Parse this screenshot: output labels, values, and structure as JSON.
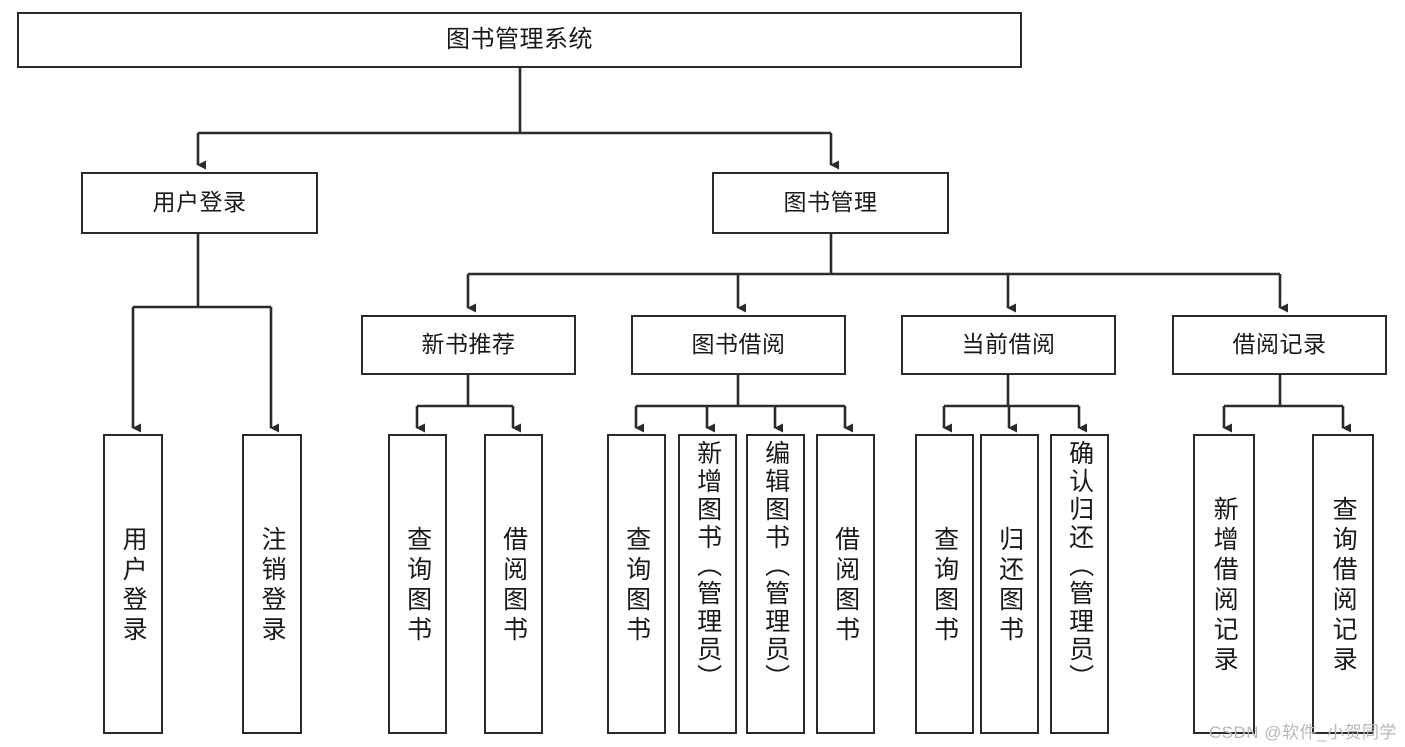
{
  "diagram": {
    "type": "tree-hierarchy",
    "title": "图书管理系统",
    "stroke_color": "#2b2b2b",
    "background_color": "#ffffff",
    "text_color": "#1a1a1a",
    "nodes": {
      "root": {
        "label": "图书管理系统"
      },
      "level1": [
        {
          "id": "user-login",
          "label": "用户登录"
        },
        {
          "id": "book-management",
          "label": "图书管理"
        }
      ],
      "level2": [
        {
          "id": "new-book-recommend",
          "label": "新书推荐"
        },
        {
          "id": "book-borrow",
          "label": "图书借阅"
        },
        {
          "id": "current-borrow",
          "label": "当前借阅"
        },
        {
          "id": "borrow-record",
          "label": "借阅记录"
        }
      ],
      "leaves": [
        {
          "id": "leaf-user-login",
          "label": "用户登录",
          "parent": "user-login"
        },
        {
          "id": "leaf-logout",
          "label": "注销登录",
          "parent": "user-login"
        },
        {
          "id": "leaf-query-book-1",
          "label": "查询图书",
          "parent": "new-book-recommend"
        },
        {
          "id": "leaf-borrow-book-1",
          "label": "借阅图书",
          "parent": "new-book-recommend"
        },
        {
          "id": "leaf-query-book-2",
          "label": "查询图书",
          "parent": "book-borrow"
        },
        {
          "id": "leaf-add-book",
          "label": "新增图书（管理员）",
          "parent": "book-borrow"
        },
        {
          "id": "leaf-edit-book",
          "label": "编辑图书（管理员）",
          "parent": "book-borrow"
        },
        {
          "id": "leaf-borrow-book-2",
          "label": "借阅图书",
          "parent": "book-borrow"
        },
        {
          "id": "leaf-query-book-3",
          "label": "查询图书",
          "parent": "current-borrow"
        },
        {
          "id": "leaf-return-book",
          "label": "归还图书",
          "parent": "current-borrow"
        },
        {
          "id": "leaf-confirm-return",
          "label": "确认归还（管理员）",
          "parent": "current-borrow"
        },
        {
          "id": "leaf-add-record",
          "label": "新增借阅记录",
          "parent": "borrow-record"
        },
        {
          "id": "leaf-query-record",
          "label": "查询借阅记录",
          "parent": "borrow-record"
        }
      ]
    },
    "watermark": "CSDN @软件_小贺同学"
  }
}
